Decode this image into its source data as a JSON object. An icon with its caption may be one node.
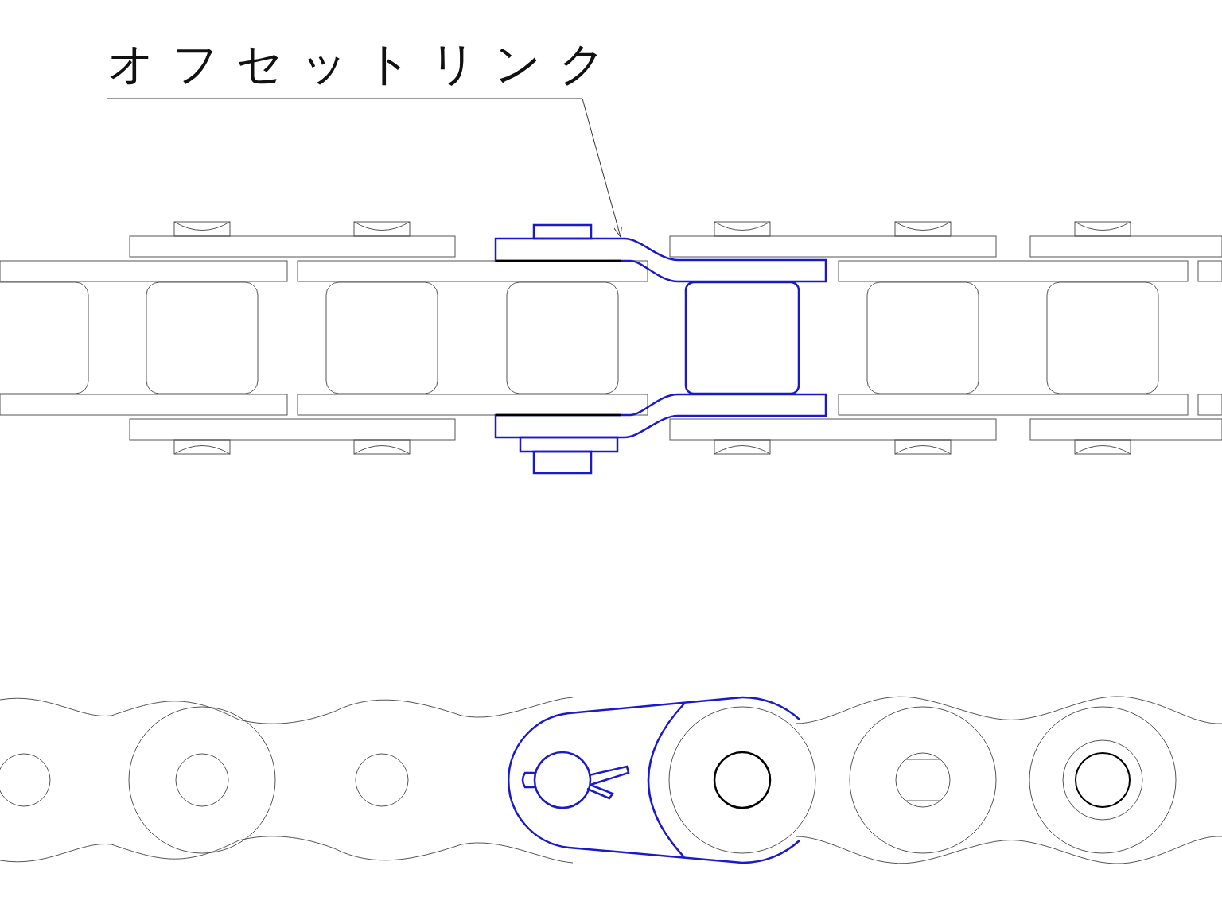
{
  "diagram": {
    "nodes": [
      {
        "text": [
          "オフセットリンク"
        ]
      },
      {
        "text": [],
        "shape": "picture"
      }
    ],
    "edges": [
      {
        "from": 0,
        "to": 1,
        "arrow": "to"
      }
    ]
  }
}
